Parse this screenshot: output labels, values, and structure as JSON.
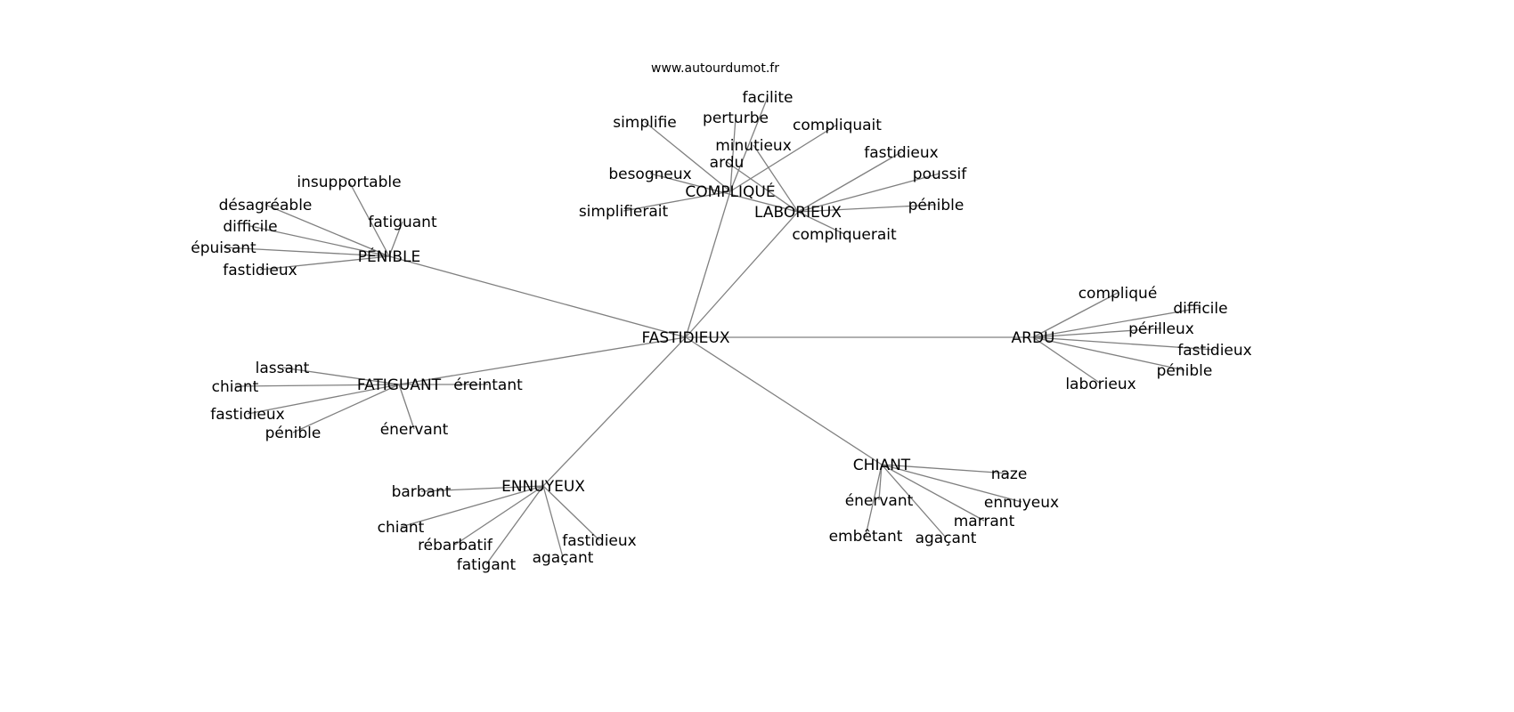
{
  "title": "www.autourdumot.fr",
  "edge_color": "#808080",
  "nodes": [
    {
      "id": "root",
      "label": "FASTIDIEUX"
    },
    {
      "id": "penible",
      "label": "PÉNIBLE"
    },
    {
      "id": "p1",
      "label": "insupportable"
    },
    {
      "id": "p2",
      "label": "désagréable"
    },
    {
      "id": "p3",
      "label": "difficile"
    },
    {
      "id": "p4",
      "label": "épuisant"
    },
    {
      "id": "p5",
      "label": "fastidieux"
    },
    {
      "id": "p6",
      "label": "fatiguant"
    },
    {
      "id": "fatiguant",
      "label": "FATIGUANT"
    },
    {
      "id": "f1",
      "label": "lassant"
    },
    {
      "id": "f2",
      "label": "chiant"
    },
    {
      "id": "f3",
      "label": "fastidieux"
    },
    {
      "id": "f4",
      "label": "pénible"
    },
    {
      "id": "f5",
      "label": "énervant"
    },
    {
      "id": "f6",
      "label": "éreintant"
    },
    {
      "id": "ennuyeux",
      "label": "ENNUYEUX"
    },
    {
      "id": "e1",
      "label": "barbant"
    },
    {
      "id": "e2",
      "label": "chiant"
    },
    {
      "id": "e3",
      "label": "rébarbatif"
    },
    {
      "id": "e4",
      "label": "fatigant"
    },
    {
      "id": "e5",
      "label": "agaçant"
    },
    {
      "id": "e6",
      "label": "fastidieux"
    },
    {
      "id": "chiant",
      "label": "CHIANT"
    },
    {
      "id": "c1",
      "label": "naze"
    },
    {
      "id": "c2",
      "label": "ennuyeux"
    },
    {
      "id": "c3",
      "label": "marrant"
    },
    {
      "id": "c4",
      "label": "agaçant"
    },
    {
      "id": "c5",
      "label": "embêtant"
    },
    {
      "id": "c6",
      "label": "énervant"
    },
    {
      "id": "ardu",
      "label": "ARDU"
    },
    {
      "id": "a1",
      "label": "compliqué"
    },
    {
      "id": "a2",
      "label": "difficile"
    },
    {
      "id": "a3",
      "label": "périlleux"
    },
    {
      "id": "a4",
      "label": "fastidieux"
    },
    {
      "id": "a5",
      "label": "pénible"
    },
    {
      "id": "a6",
      "label": "laborieux"
    },
    {
      "id": "complique",
      "label": "COMPLIQUÉ"
    },
    {
      "id": "k1",
      "label": "simplifie"
    },
    {
      "id": "k2",
      "label": "perturbe"
    },
    {
      "id": "k3",
      "label": "facilite"
    },
    {
      "id": "k4",
      "label": "compliquait"
    },
    {
      "id": "k5",
      "label": "minutieux"
    },
    {
      "id": "k6",
      "label": "ardu"
    },
    {
      "id": "k7",
      "label": "besogneux"
    },
    {
      "id": "k8",
      "label": "simplifierait"
    },
    {
      "id": "laborieux",
      "label": "LABORIEUX"
    },
    {
      "id": "l1",
      "label": "fastidieux"
    },
    {
      "id": "l2",
      "label": "poussif"
    },
    {
      "id": "l3",
      "label": "pénible"
    },
    {
      "id": "l4",
      "label": "compliquerait"
    }
  ],
  "edges": [
    [
      "root",
      "penible"
    ],
    [
      "root",
      "fatiguant"
    ],
    [
      "root",
      "ennuyeux"
    ],
    [
      "root",
      "chiant"
    ],
    [
      "root",
      "ardu"
    ],
    [
      "root",
      "complique"
    ],
    [
      "root",
      "laborieux"
    ],
    [
      "penible",
      "p1"
    ],
    [
      "penible",
      "p2"
    ],
    [
      "penible",
      "p3"
    ],
    [
      "penible",
      "p4"
    ],
    [
      "penible",
      "p5"
    ],
    [
      "penible",
      "p6"
    ],
    [
      "fatiguant",
      "f1"
    ],
    [
      "fatiguant",
      "f2"
    ],
    [
      "fatiguant",
      "f3"
    ],
    [
      "fatiguant",
      "f4"
    ],
    [
      "fatiguant",
      "f5"
    ],
    [
      "fatiguant",
      "f6"
    ],
    [
      "ennuyeux",
      "e1"
    ],
    [
      "ennuyeux",
      "e2"
    ],
    [
      "ennuyeux",
      "e3"
    ],
    [
      "ennuyeux",
      "e4"
    ],
    [
      "ennuyeux",
      "e5"
    ],
    [
      "ennuyeux",
      "e6"
    ],
    [
      "chiant",
      "c1"
    ],
    [
      "chiant",
      "c2"
    ],
    [
      "chiant",
      "c3"
    ],
    [
      "chiant",
      "c4"
    ],
    [
      "chiant",
      "c5"
    ],
    [
      "chiant",
      "c6"
    ],
    [
      "ardu",
      "a1"
    ],
    [
      "ardu",
      "a2"
    ],
    [
      "ardu",
      "a3"
    ],
    [
      "ardu",
      "a4"
    ],
    [
      "ardu",
      "a5"
    ],
    [
      "ardu",
      "a6"
    ],
    [
      "complique",
      "k1"
    ],
    [
      "complique",
      "k2"
    ],
    [
      "complique",
      "k3"
    ],
    [
      "complique",
      "k4"
    ],
    [
      "complique",
      "k8"
    ],
    [
      "laborieux",
      "k5"
    ],
    [
      "laborieux",
      "k6"
    ],
    [
      "laborieux",
      "k7"
    ],
    [
      "laborieux",
      "l1"
    ],
    [
      "laborieux",
      "l2"
    ],
    [
      "laborieux",
      "l3"
    ],
    [
      "laborieux",
      "l4"
    ]
  ]
}
